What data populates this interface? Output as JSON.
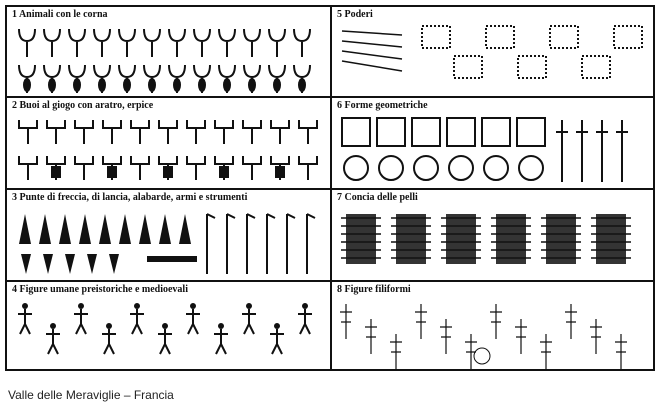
{
  "panels": [
    {
      "title": "1 Animali con le corna",
      "glyph": "horned-animals"
    },
    {
      "title": "5 Poderi",
      "glyph": "fields"
    },
    {
      "title": "2 Buoi al giogo con aratro, erpice",
      "glyph": "yoked-oxen"
    },
    {
      "title": "6 Forme geometriche",
      "glyph": "geometric-shapes"
    },
    {
      "title": "3 Punte di freccia, di lancia, alabarde, armi e strumenti",
      "glyph": "weapons"
    },
    {
      "title": "7 Concia delle pelli",
      "glyph": "hides"
    },
    {
      "title": "4 Figure umane preistoriche e medioevali",
      "glyph": "human-figures"
    },
    {
      "title": "8 Figure filiformi",
      "glyph": "stick-figures"
    }
  ],
  "caption": "Valle delle Meraviglie – Francia",
  "colors": {
    "ink": "#111111",
    "background": "#ffffff"
  }
}
